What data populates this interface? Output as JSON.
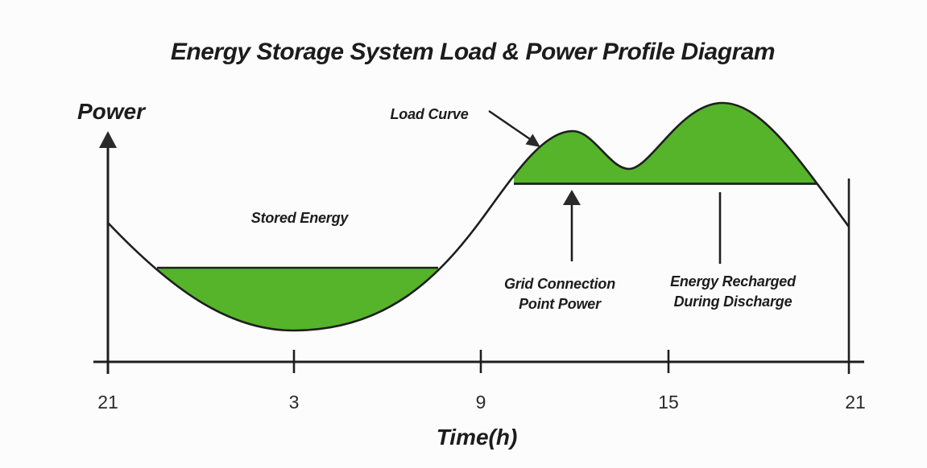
{
  "title": "Energy Storage System Load & Power Profile Diagram",
  "y_axis_label": "Power",
  "x_axis_label": "Time(h)",
  "x_ticks": [
    "21",
    "3",
    "9",
    "15",
    "21"
  ],
  "annotations": {
    "load_curve": "Load Curve",
    "stored_energy": "Stored Energy",
    "grid_connection_line1": "Grid Connection",
    "grid_connection_line2": "Point Power",
    "energy_recharged_line1": "Energy Recharged",
    "energy_recharged_line2": "During Discharge"
  },
  "colors": {
    "region_green": "#55b42a",
    "ink": "#1f1f1f",
    "background": "#fcfcfc"
  },
  "chart_data": {
    "type": "area",
    "title": "Energy Storage System Load & Power Profile Diagram",
    "xlabel": "Time(h)",
    "ylabel": "Power",
    "x_tick_labels": [
      "21",
      "3",
      "9",
      "15",
      "21"
    ],
    "x_tick_hours": [
      21,
      3,
      9,
      15,
      21
    ],
    "x_span_hours": 24,
    "grid": false,
    "legend": "none",
    "y_axis_numeric_labels": false,
    "series": [
      {
        "name": "Load Curve",
        "points_hour_powerNorm": [
          [
            21.0,
            0.54
          ],
          [
            22.6,
            0.36
          ],
          [
            3.0,
            0.12
          ],
          [
            7.6,
            0.36
          ],
          [
            10.1,
            0.69
          ],
          [
            12.0,
            0.89
          ],
          [
            13.8,
            0.75
          ],
          [
            16.8,
            1.0
          ],
          [
            19.8,
            0.69
          ],
          [
            21.0,
            0.52
          ]
        ]
      }
    ],
    "reference_levels": [
      {
        "name": "Night charging level (top of Stored Energy region)",
        "power_norm": 0.36,
        "from_hour": 22.6,
        "to_hour": 7.6
      },
      {
        "name": "Grid Connection Point Power",
        "power_norm": 0.69,
        "from_hour": 10.1,
        "to_hour": 19.8
      }
    ],
    "shaded_regions": [
      {
        "label": "Stored Energy",
        "description": "Area between night charge level line and load curve trough (21h-9h)",
        "color": "#55b42a"
      },
      {
        "label": "Energy Recharged During Discharge",
        "description": "Area of load curve above grid connection point power line (9h-21h)",
        "color": "#55b42a"
      }
    ]
  }
}
